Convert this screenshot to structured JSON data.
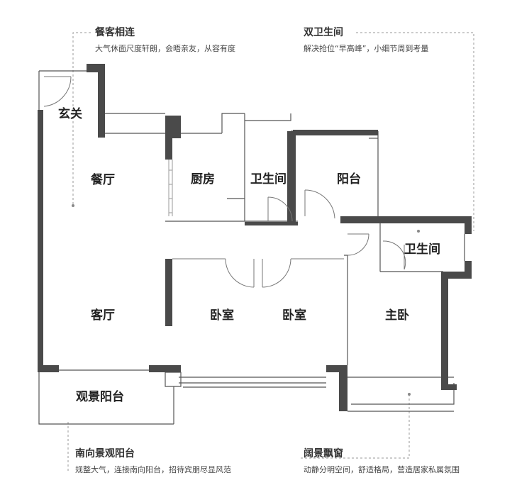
{
  "rooms": {
    "foyer": "玄关",
    "dining": "餐厅",
    "kitchen": "厨房",
    "bath1": "卫生间",
    "balcony": "阳台",
    "living": "客厅",
    "bedroom1": "卧室",
    "bedroom2": "卧室",
    "master": "主卧",
    "bath2": "卫生间",
    "viewBalcony": "观景阳台"
  },
  "annotations": {
    "dining": {
      "title": "餐客相连",
      "desc": "大气休面尺度轩朗，会晤亲友，从容有度"
    },
    "bath": {
      "title": "双卫生间",
      "desc": "解决抢位“早高峰”，小细节周到考量"
    },
    "south": {
      "title": "南向景观阳台",
      "desc": "规整大气，连接南向阳台，招待宾朋尽显风范"
    },
    "window": {
      "title": "阔景飘窗",
      "desc": "动静分明空间，舒适格局，营造居家私属氛围"
    }
  }
}
